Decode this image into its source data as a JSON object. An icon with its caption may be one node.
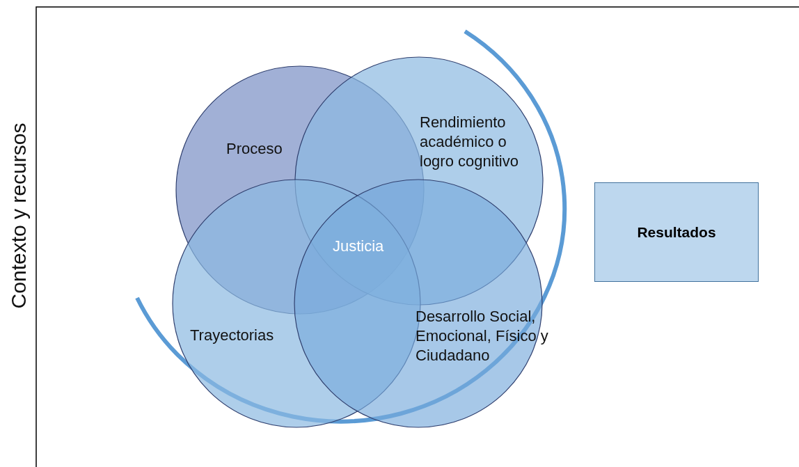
{
  "diagram": {
    "nodes": [
      {
        "text": [
          "Proceso"
        ]
      },
      {
        "text": [
          "Rendimiento académico o logro cognitivo"
        ]
      },
      {
        "text": [
          "Trayectorias"
        ]
      },
      {
        "text": [
          "Desarrollo Social, Emocional, Físico y Ciudadano"
        ]
      },
      {
        "text": [
          "Resultados"
        ]
      }
    ],
    "edges": [],
    "labels": [
      "Contexto y recursos",
      "Justicia"
    ]
  }
}
